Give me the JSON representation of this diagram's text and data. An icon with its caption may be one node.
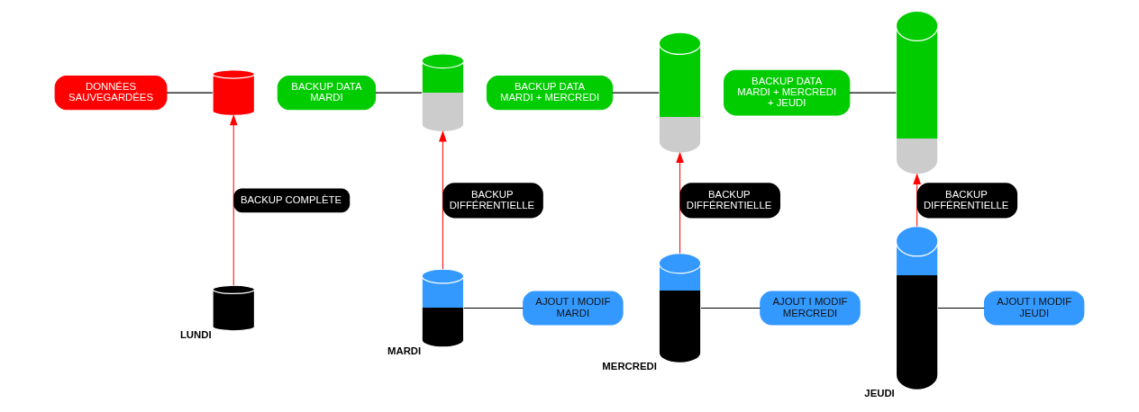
{
  "diagram": {
    "nodes": [
      {
        "text": [
          "DONNÉES SAUVEGARDÉES"
        ]
      },
      {
        "text": [],
        "shape": "cylinder"
      },
      {
        "text": [],
        "shape": "cylinder",
        "beside": [
          "LUNDI"
        ]
      },
      {
        "text": [
          "BACKUP DATA MARDI"
        ]
      },
      {
        "text": [],
        "shape": "cylinder"
      },
      {
        "text": [],
        "shape": "cylinder",
        "beside": [
          "MARDI"
        ]
      },
      {
        "text": [
          "AJOUT I MODIF MARDI"
        ]
      },
      {
        "text": [
          "BACKUP DATA MARDI + MERCREDI"
        ]
      },
      {
        "text": [],
        "shape": "cylinder"
      },
      {
        "text": [],
        "shape": "cylinder",
        "beside": [
          "MERCREDI"
        ]
      },
      {
        "text": [
          "AJOUT I MODIF MERCREDI"
        ]
      },
      {
        "text": [
          "BACKUP DATA MARDI + MERCREDI + JEUDI"
        ]
      },
      {
        "text": [],
        "shape": "cylinder"
      },
      {
        "text": [],
        "shape": "cylinder",
        "beside": [
          "JEUDI"
        ]
      },
      {
        "text": [
          "AJOUT I MODIF JEUDI"
        ]
      }
    ],
    "edges": [
      {
        "from": 2,
        "to": 1,
        "arrow": "to",
        "label": "BACKUP COMPLÈTE",
        "color": "#ff0000"
      },
      {
        "from": 0,
        "to": 1,
        "arrow": "none"
      },
      {
        "from": 5,
        "to": 4,
        "arrow": "to",
        "label": "BACKUP DIFFÉRENTIELLE",
        "color": "#ff0000"
      },
      {
        "from": 3,
        "to": 4,
        "arrow": "none"
      },
      {
        "from": 6,
        "to": 5,
        "arrow": "none"
      },
      {
        "from": 9,
        "to": 8,
        "arrow": "to",
        "label": "BACKUP DIFFÉRENTIELLE",
        "color": "#ff0000"
      },
      {
        "from": 7,
        "to": 8,
        "arrow": "none"
      },
      {
        "from": 10,
        "to": 9,
        "arrow": "none"
      },
      {
        "from": 13,
        "to": 12,
        "arrow": "to",
        "label": "BACKUP DIFFÉRENTIELLE",
        "color": "#ff0000"
      },
      {
        "from": 11,
        "to": 12,
        "arrow": "none"
      },
      {
        "from": 14,
        "to": 13,
        "arrow": "none"
      }
    ]
  }
}
